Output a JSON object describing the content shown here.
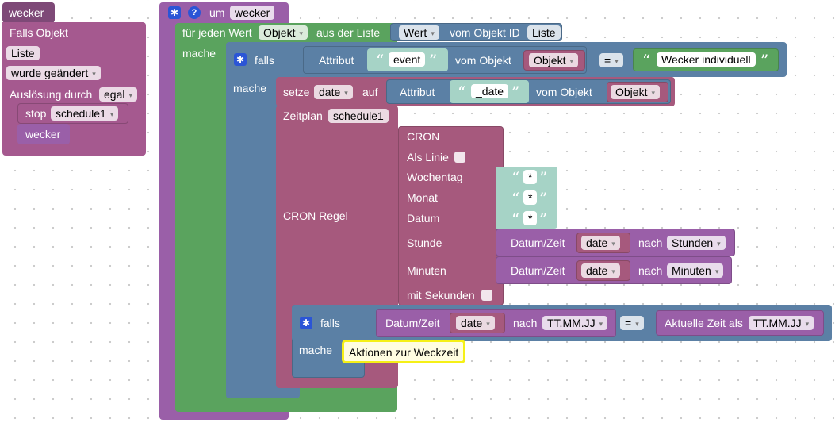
{
  "trigger_block": {
    "title": "wecker",
    "falls_objekt": "Falls Objekt",
    "liste": "Liste",
    "wurde_geaendert": "wurde geändert",
    "ausloesung_durch": "Auslösung durch",
    "ausloesung_value": "egal",
    "stop_label": "stop",
    "stop_value": "schedule1",
    "inner_title": "wecker"
  },
  "function_block": {
    "um": "um",
    "name": "wecker"
  },
  "loop": {
    "label": "für jeden Wert",
    "var": "Objekt",
    "aus_der_liste": "aus der Liste",
    "mache": "mache",
    "wert": "Wert",
    "vom_objekt_id": "vom Objekt ID",
    "liste": "Liste"
  },
  "if_event": {
    "falls": "falls",
    "mache": "mache",
    "attribut": "Attribut",
    "attr_name": "event",
    "vom_objekt": "vom Objekt",
    "objekt": "Objekt",
    "op": "=",
    "compare_text": "Wecker individuell"
  },
  "setze": {
    "setze": "setze",
    "var": "date",
    "auf": "auf",
    "attribut": "Attribut",
    "attr_name": "_date",
    "vom_objekt": "vom Objekt",
    "objekt": "Objekt"
  },
  "schedule": {
    "zeitplan": "Zeitplan",
    "name": "schedule1",
    "cron_regel": "CRON Regel",
    "cron": "CRON",
    "als_linie": "Als Linie",
    "wochentag": "Wochentag",
    "monat": "Monat",
    "datum": "Datum",
    "star": "*",
    "stunde": "Stunde",
    "minuten": "Minuten",
    "mit_sekunden": "mit Sekunden",
    "datum_zeit": "Datum/Zeit",
    "date_var": "date",
    "nach": "nach",
    "stunden_opt": "Stunden",
    "minuten_opt": "Minuten"
  },
  "if_time": {
    "falls": "falls",
    "mache": "mache",
    "datum_zeit": "Datum/Zeit",
    "date_var": "date",
    "nach": "nach",
    "format": "TT.MM.JJ",
    "op": "=",
    "aktuelle_zeit": "Aktuelle Zeit als",
    "format2": "TT.MM.JJ",
    "comment": "Aktionen zur Weckzeit"
  }
}
